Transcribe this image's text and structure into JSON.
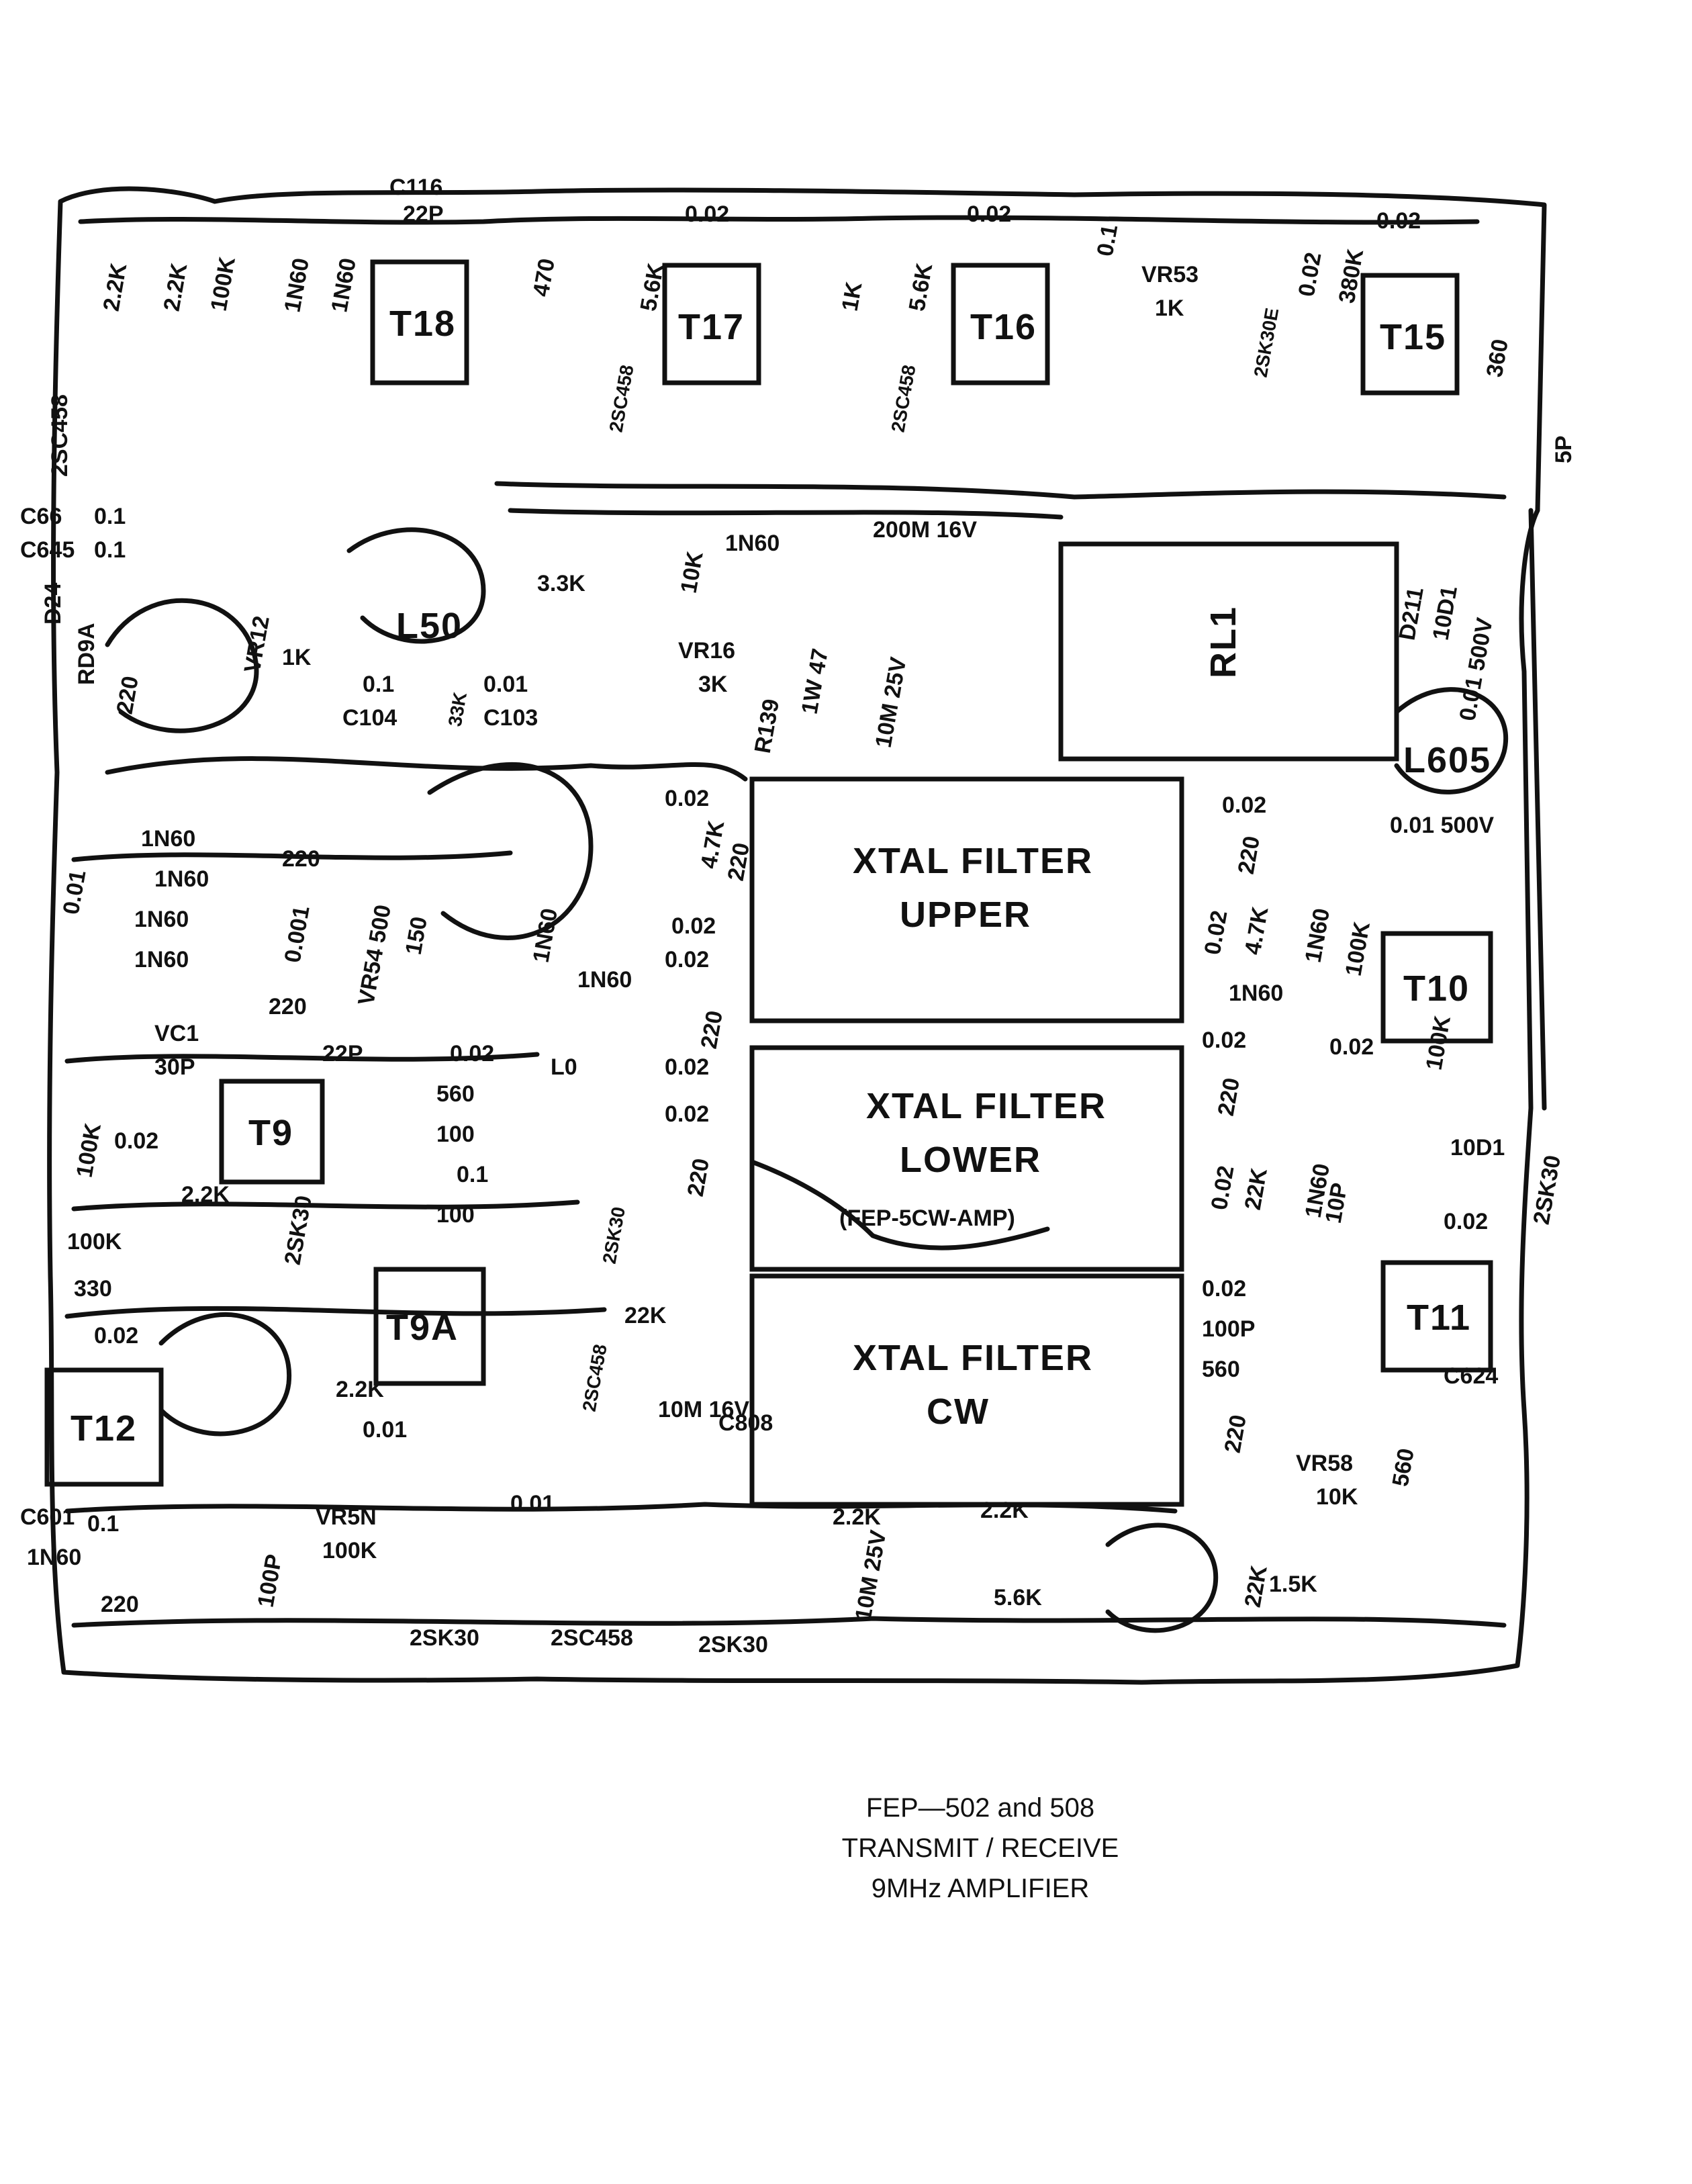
{
  "caption": {
    "line1": "FEP—502 and 508",
    "line2": "TRANSMIT / RECEIVE",
    "line3": "9MHz AMPLIFIER"
  },
  "blocks": {
    "relay": "RL1",
    "filter_upper_1": "XTAL FILTER",
    "filter_upper_2": "UPPER",
    "filter_lower_1": "XTAL FILTER",
    "filter_lower_2": "LOWER",
    "filter_cw_1": "XTAL FILTER",
    "filter_cw_2": "CW",
    "amp_note": "(FEP-5CW-AMP)"
  },
  "transformers": {
    "t18": "T18",
    "t17": "T17",
    "t16": "T16",
    "t15": "T15",
    "t9": "T9",
    "t9a": "T9A",
    "t10": "T10",
    "t11": "T11",
    "t12": "T12"
  },
  "labels": {
    "c116": "C116",
    "c116v": "22P",
    "r124": "2.2K",
    "r125": "2.2K",
    "r126": "100K",
    "d23": "1N60",
    "d22": "1N60",
    "r127": "470",
    "r128": "5.6K",
    "c126": "0.02",
    "r131": "1K",
    "c826": "0.02",
    "r132": "5.6K",
    "c110": "0.1",
    "vr53": "VR53",
    "vr53v": "1K",
    "r111": "0.02",
    "r136": "380K",
    "c112": "0.02",
    "r138": "360",
    "tr29": "2SC458",
    "tr26": "2SC458",
    "tr27": "2SC458",
    "tr28": "2SK30E",
    "r142": "220",
    "c66": "C66",
    "c66v": "0.1",
    "c645": "C645",
    "c645v": "0.1",
    "d24": "D24",
    "d24v": "RD9A",
    "vr12": "VR12",
    "vr12v": "1K",
    "l50": "L50",
    "c104": "0.1",
    "c104n": "C104",
    "c103": "0.01",
    "c103n": "C103",
    "r33k": "33K",
    "r172": "3.3K",
    "r141": "10K",
    "d25": "1N60",
    "c648": "200M 16V",
    "vr16": "VR16",
    "vr16v": "3K",
    "r139": "R139",
    "r139v": "1W 47",
    "c644": "10M 25V",
    "d211": "D211",
    "d211v": "10D1",
    "c825": "0.01 500V",
    "l605": "L605",
    "c672": "0.01 500V",
    "c810": "0.02",
    "r807": "4.7K",
    "r808": "220",
    "c829": "0.02",
    "c813": "0.02",
    "r813": "220",
    "c814": "0.02",
    "r817": "4.7K",
    "d605": "1N60",
    "r43": "100K",
    "d1": "1N60",
    "d2": "1N60",
    "d4": "1N60",
    "d3": "1N60",
    "r660": "220",
    "c22": "0.01",
    "c23": "0.001",
    "r661": "220",
    "vr54": "VR54 500",
    "r800": "150",
    "d600": "1N60",
    "vc1": "VC1",
    "vc1v": "30P",
    "c24": "22P",
    "c26": "0.02",
    "r32": "560",
    "l0": "L0",
    "d603": "1N60",
    "c811": "0.02",
    "r819": "220",
    "c828": "0.02",
    "c815": "0.02",
    "r814": "220",
    "d606": "1N60",
    "c830": "0.02",
    "r665": "100K",
    "r30": "100K",
    "c25": "0.02",
    "r53": "2.2K",
    "c819": "0.1",
    "r33": "100",
    "r34": "100",
    "c812": "0.02",
    "r812": "220",
    "c816": "0.02",
    "r816": "22K",
    "d607": "1N60",
    "d608": "10D1",
    "tr7": "2SK30",
    "c88": "0.02",
    "r604": "100K",
    "tr6": "2SK30",
    "r624": "330",
    "c623": "0.02",
    "tr53": "2SK30",
    "r803": "22K",
    "c817": "0.02",
    "c637": "100P",
    "r335": "560",
    "c624": "C624",
    "r603": "2.2K",
    "c605": "0.01",
    "tr52": "2SC458",
    "c806": "10M 16V",
    "c808": "C808",
    "vr58": "VR58",
    "vr58v": "10K",
    "r625": "560",
    "c601": "C601",
    "c601v": "0.1",
    "d205": "1N60",
    "r602": "220",
    "c606": "100P",
    "vr5n": "VR5N",
    "vr5nv": "100K",
    "tr30": "2SK30",
    "tr50": "2SC458",
    "c610": "0.01",
    "tr51": "2SK30",
    "r616": "2.2K",
    "r805": "2.2K",
    "r645": "5.6K",
    "r818": "220",
    "r821": "22K",
    "r42": "1.5K",
    "c613": "10M 25V",
    "c10p": "10P",
    "c5p": "5P"
  }
}
